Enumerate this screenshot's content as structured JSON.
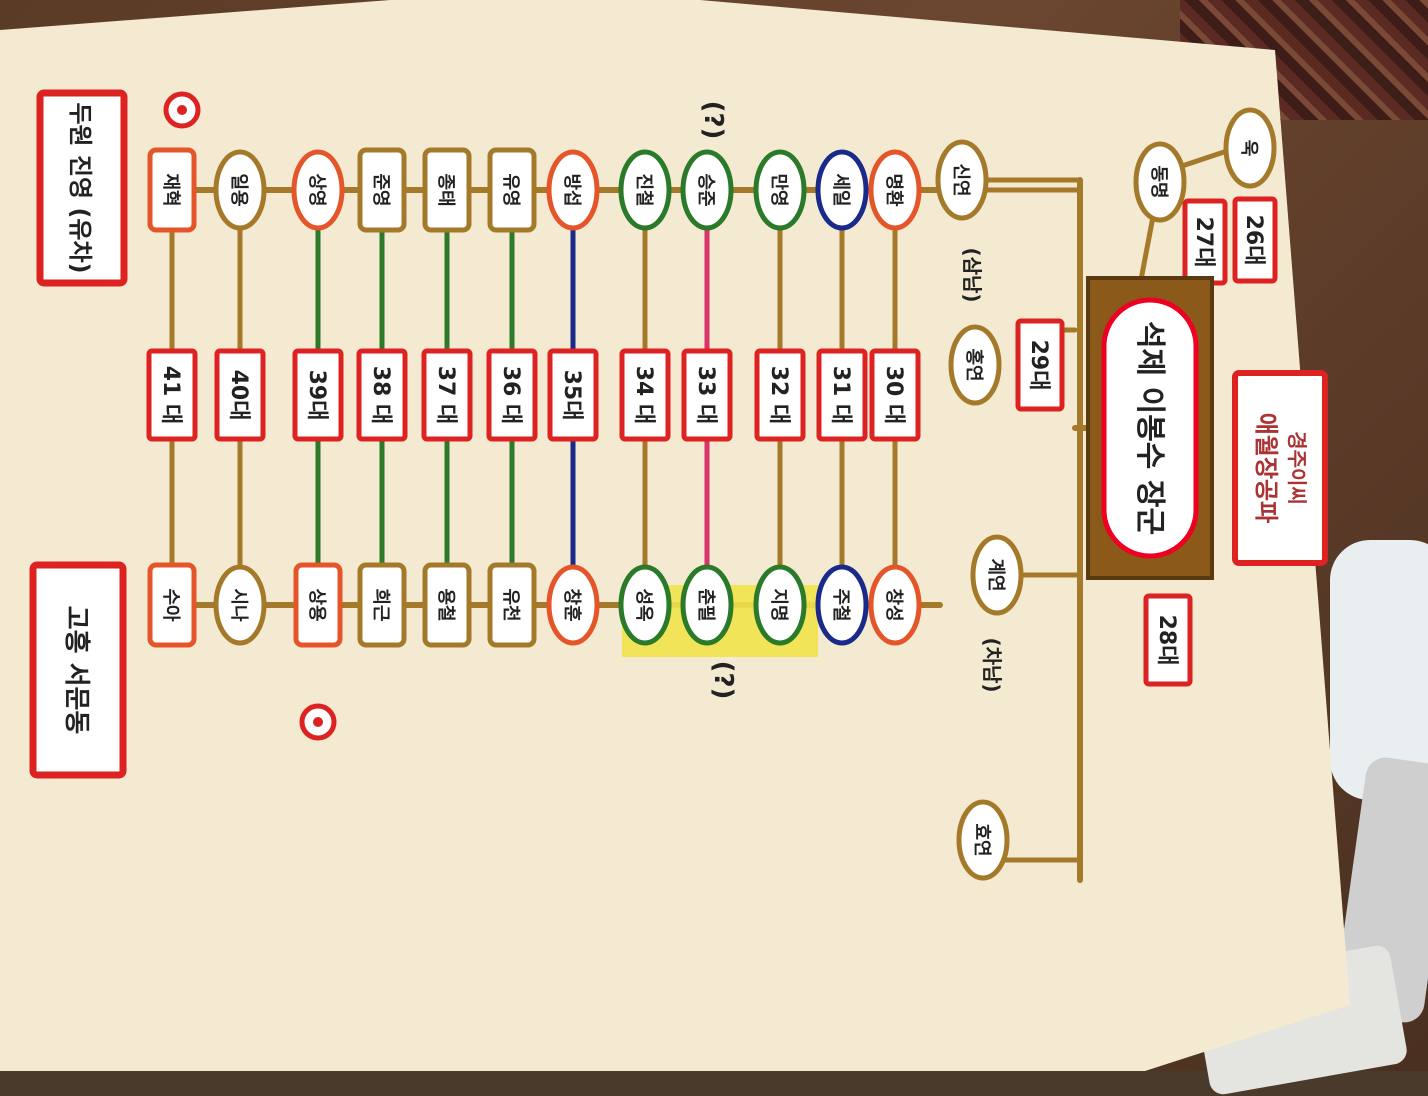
{
  "title_box": {
    "line1": "경주이씨",
    "line2": "애월장공파"
  },
  "founder": "석제 이봉수 장군",
  "ancestors": [
    {
      "name": "욱",
      "generation": "26대"
    },
    {
      "name": "동명",
      "generation": "27대"
    }
  ],
  "generation_28": "28대",
  "generation_29": "29대",
  "gen29_members": [
    {
      "name": "신연",
      "note": "(삼남)"
    },
    {
      "name": "홍연",
      "note": ""
    },
    {
      "name": "계연",
      "note": "(차남)"
    },
    {
      "name": "효연",
      "note": ""
    }
  ],
  "generations": [
    "30 대",
    "31 대",
    "32 대",
    "33 대",
    "34 대",
    "35대",
    "36 대",
    "37 대",
    "38 대",
    "39대",
    "40대",
    "41 대"
  ],
  "line_a": [
    "명환",
    "세일",
    "만영",
    "승준",
    "진철",
    "방섭",
    "유영",
    "종태",
    "준영",
    "상영",
    "일용",
    "재혁"
  ],
  "line_b": [
    "창성",
    "주철",
    "지명",
    "춘필",
    "성옥",
    "창훈",
    "유천",
    "용철",
    "희근",
    "상용",
    "시나",
    "수아"
  ],
  "question_marks": [
    "(?)",
    "(?)"
  ],
  "label_left": "두원 진영 (유차)",
  "label_right": "고흥 서문동"
}
